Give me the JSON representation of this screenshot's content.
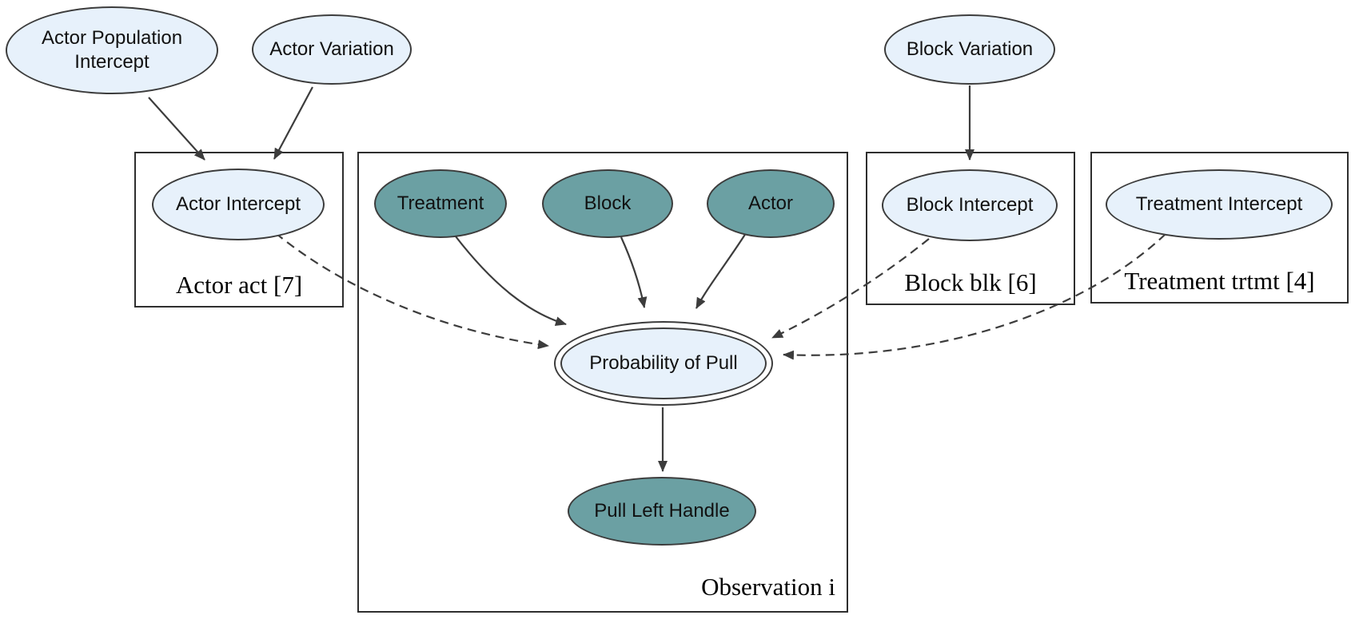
{
  "diagram": {
    "type": "plate-notation-graphical-model",
    "colors": {
      "node-light": "#e7f1fb",
      "node-teal": "#6ba0a3",
      "stroke": "#3c3c3c",
      "plate-border": "#2e2e2e",
      "text": "#111111",
      "bg": "#ffffff"
    },
    "nodes": {
      "actor_population_intercept": {
        "label": "Actor Population Intercept",
        "shape": "ellipse",
        "fill": "light"
      },
      "actor_variation": {
        "label": "Actor Variation",
        "shape": "ellipse",
        "fill": "light"
      },
      "block_variation": {
        "label": "Block Variation",
        "shape": "ellipse",
        "fill": "light"
      },
      "actor_intercept": {
        "label": "Actor Intercept",
        "shape": "ellipse",
        "fill": "light"
      },
      "treatment": {
        "label": "Treatment",
        "shape": "ellipse",
        "fill": "teal"
      },
      "block": {
        "label": "Block",
        "shape": "ellipse",
        "fill": "teal"
      },
      "actor": {
        "label": "Actor",
        "shape": "ellipse",
        "fill": "teal"
      },
      "block_intercept": {
        "label": "Block Intercept",
        "shape": "ellipse",
        "fill": "light"
      },
      "treatment_intercept": {
        "label": "Treatment Intercept",
        "shape": "ellipse",
        "fill": "light"
      },
      "probability_of_pull": {
        "label": "Probability of Pull",
        "shape": "double-ellipse",
        "fill": "light"
      },
      "pull_left_handle": {
        "label": "Pull Left Handle",
        "shape": "ellipse",
        "fill": "teal"
      }
    },
    "plates": {
      "actor": {
        "label": "Actor act [7]"
      },
      "observation": {
        "label": "Observation i"
      },
      "block": {
        "label": "Block blk [6]"
      },
      "treatment": {
        "label": "Treatment trtmt [4]"
      }
    },
    "edges": [
      {
        "from": "Actor Population Intercept",
        "to": "Actor Intercept",
        "style": "solid"
      },
      {
        "from": "Actor Variation",
        "to": "Actor Intercept",
        "style": "solid"
      },
      {
        "from": "Block Variation",
        "to": "Block Intercept",
        "style": "solid"
      },
      {
        "from": "Treatment",
        "to": "Probability of Pull",
        "style": "solid"
      },
      {
        "from": "Block",
        "to": "Probability of Pull",
        "style": "solid"
      },
      {
        "from": "Actor",
        "to": "Probability of Pull",
        "style": "solid"
      },
      {
        "from": "Actor Intercept",
        "to": "Probability of Pull",
        "style": "dashed"
      },
      {
        "from": "Block Intercept",
        "to": "Probability of Pull",
        "style": "dashed"
      },
      {
        "from": "Treatment Intercept",
        "to": "Probability of Pull",
        "style": "dashed"
      },
      {
        "from": "Probability of Pull",
        "to": "Pull Left Handle",
        "style": "solid"
      }
    ]
  }
}
